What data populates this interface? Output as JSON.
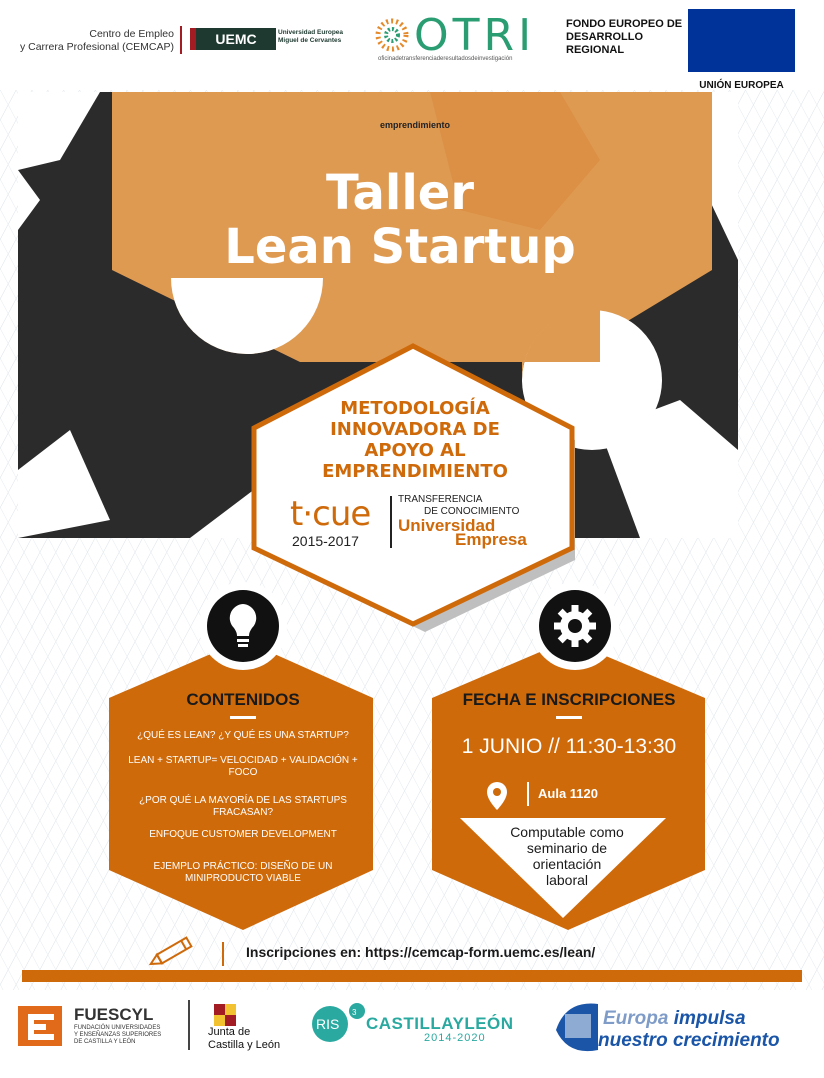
{
  "header": {
    "cemcap_line1": "Centro de Empleo",
    "cemcap_line2": "y Carrera Profesional (CEMCAP)",
    "uemc_logo": "UEMC",
    "uemc_sub_line1": "Universidad Europea",
    "uemc_sub_line2": "Miguel de Cervantes",
    "otri_logo": "OTRI",
    "otri_subtitle": "oficinadetransferenciaderesultadosdeinvestigación",
    "feder_line1": "FONDO EUROPEO DE",
    "feder_line2": "DESARROLLO",
    "feder_line3": "REGIONAL",
    "eu_label": "UNIÓN EUROPEA"
  },
  "hero": {
    "tag": "emprendimiento",
    "title_line1": "Taller",
    "title_line2": "Lean Startup"
  },
  "badge": {
    "metod_line1": "METODOLOGÍA",
    "metod_line2": "INNOVADORA DE",
    "metod_line3": "APOYO AL",
    "metod_line4": "EMPRENDIMIENTO",
    "tcue_logo": "t·cue",
    "tcue_years": "2015-2017",
    "tcue_text1": "TRANSFERENCIA",
    "tcue_text2": "DE CONOCIMIENTO",
    "tcue_univ": "Universidad",
    "tcue_empresa": "Empresa"
  },
  "contenidos": {
    "title": "CONTENIDOS",
    "items": [
      "¿QUÉ ES LEAN? ¿Y QUÉ ES UNA STARTUP?",
      "LEAN + STARTUP= VELOCIDAD + VALIDACIÓN + FOCO",
      "¿POR QUÉ LA MAYORÍA DE LAS STARTUPS FRACASAN?",
      "ENFOQUE CUSTOMER DEVELOPMENT",
      "EJEMPLO PRÁCTICO: DISEÑO DE UN MINIPRODUCTO VIABLE"
    ]
  },
  "fecha": {
    "title": "FECHA E INSCRIPCIONES",
    "date": "1 JUNIO // 11:30-13:30",
    "aula": "Aula 1120",
    "comput_line1": "Computable como",
    "comput_line2": "seminario de",
    "comput_line3": "orientación",
    "comput_line4": "laboral"
  },
  "inscripciones": {
    "text": "Inscripciones en: https://cemcap-form.uemc.es/lean/"
  },
  "footer": {
    "fuescyl_name": "FUESCYL",
    "fuescyl_sub_line1": "FUNDACIÓN UNIVERSIDADES",
    "fuescyl_sub_line2": "Y ENSEÑANZAS SUPERIORES",
    "fuescyl_sub_line3": "DE CASTILLA Y LEÓN",
    "junta_line1": "Junta de",
    "junta_line2": "Castilla y León",
    "ris": "RIS",
    "ris_sup": "3",
    "castilla": "CASTILLAYLEÓN",
    "castilla_years": "2014-2020",
    "europa_word1": "Europa",
    "europa_word2": "impulsa",
    "europa_line2": "nuestro crecimiento"
  },
  "colors": {
    "orange": "#cf6a0b",
    "orange_light": "#df9a52",
    "dark_gear": "#2b2b2b",
    "eu_blue": "#003399"
  },
  "icons": [
    "lightbulb-icon",
    "gear-icon",
    "location-pin-icon",
    "pencil-icon"
  ]
}
